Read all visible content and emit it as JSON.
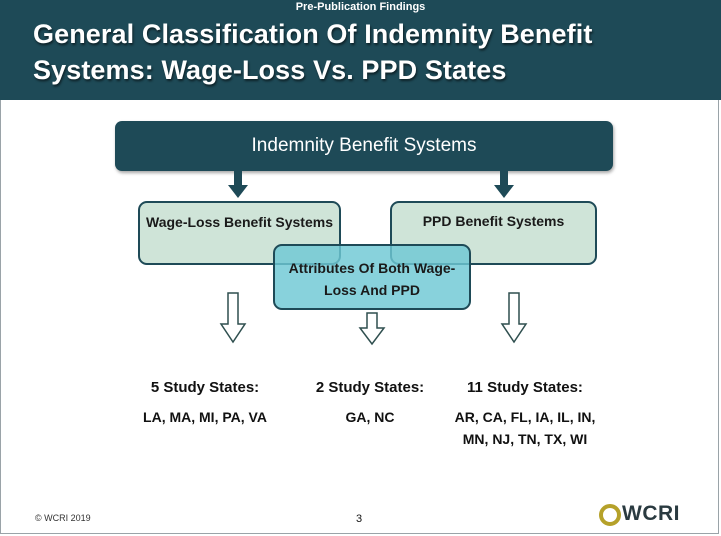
{
  "header": {
    "kicker": "Pre-Publication Findings",
    "title": "General Classification Of Indemnity Benefit Systems: Wage-Loss Vs. PPD States"
  },
  "diagram": {
    "top": "Indemnity Benefit Systems",
    "wage_loss": "Wage-Loss Benefit Systems",
    "ppd": "PPD Benefit Systems",
    "both": "Attributes Of Both Wage-Loss And PPD"
  },
  "columns": [
    {
      "heading": "5 Study States:",
      "states": "LA, MA, MI, PA, VA"
    },
    {
      "heading": "2 Study States:",
      "states": "GA, NC"
    },
    {
      "heading": "11 Study States:",
      "states": "AR, CA, FL, IA, IL, IN, MN, NJ, TN, TX, WI"
    }
  ],
  "footer": {
    "copyright": "© WCRI 2019",
    "page": "3",
    "logo_text": "WCRI"
  },
  "colors": {
    "header_bg": "#1e4a57",
    "light_box": "#cfe4d8",
    "overlap_box": "#6ec8d4",
    "logo_ring": "#b5a12a"
  }
}
